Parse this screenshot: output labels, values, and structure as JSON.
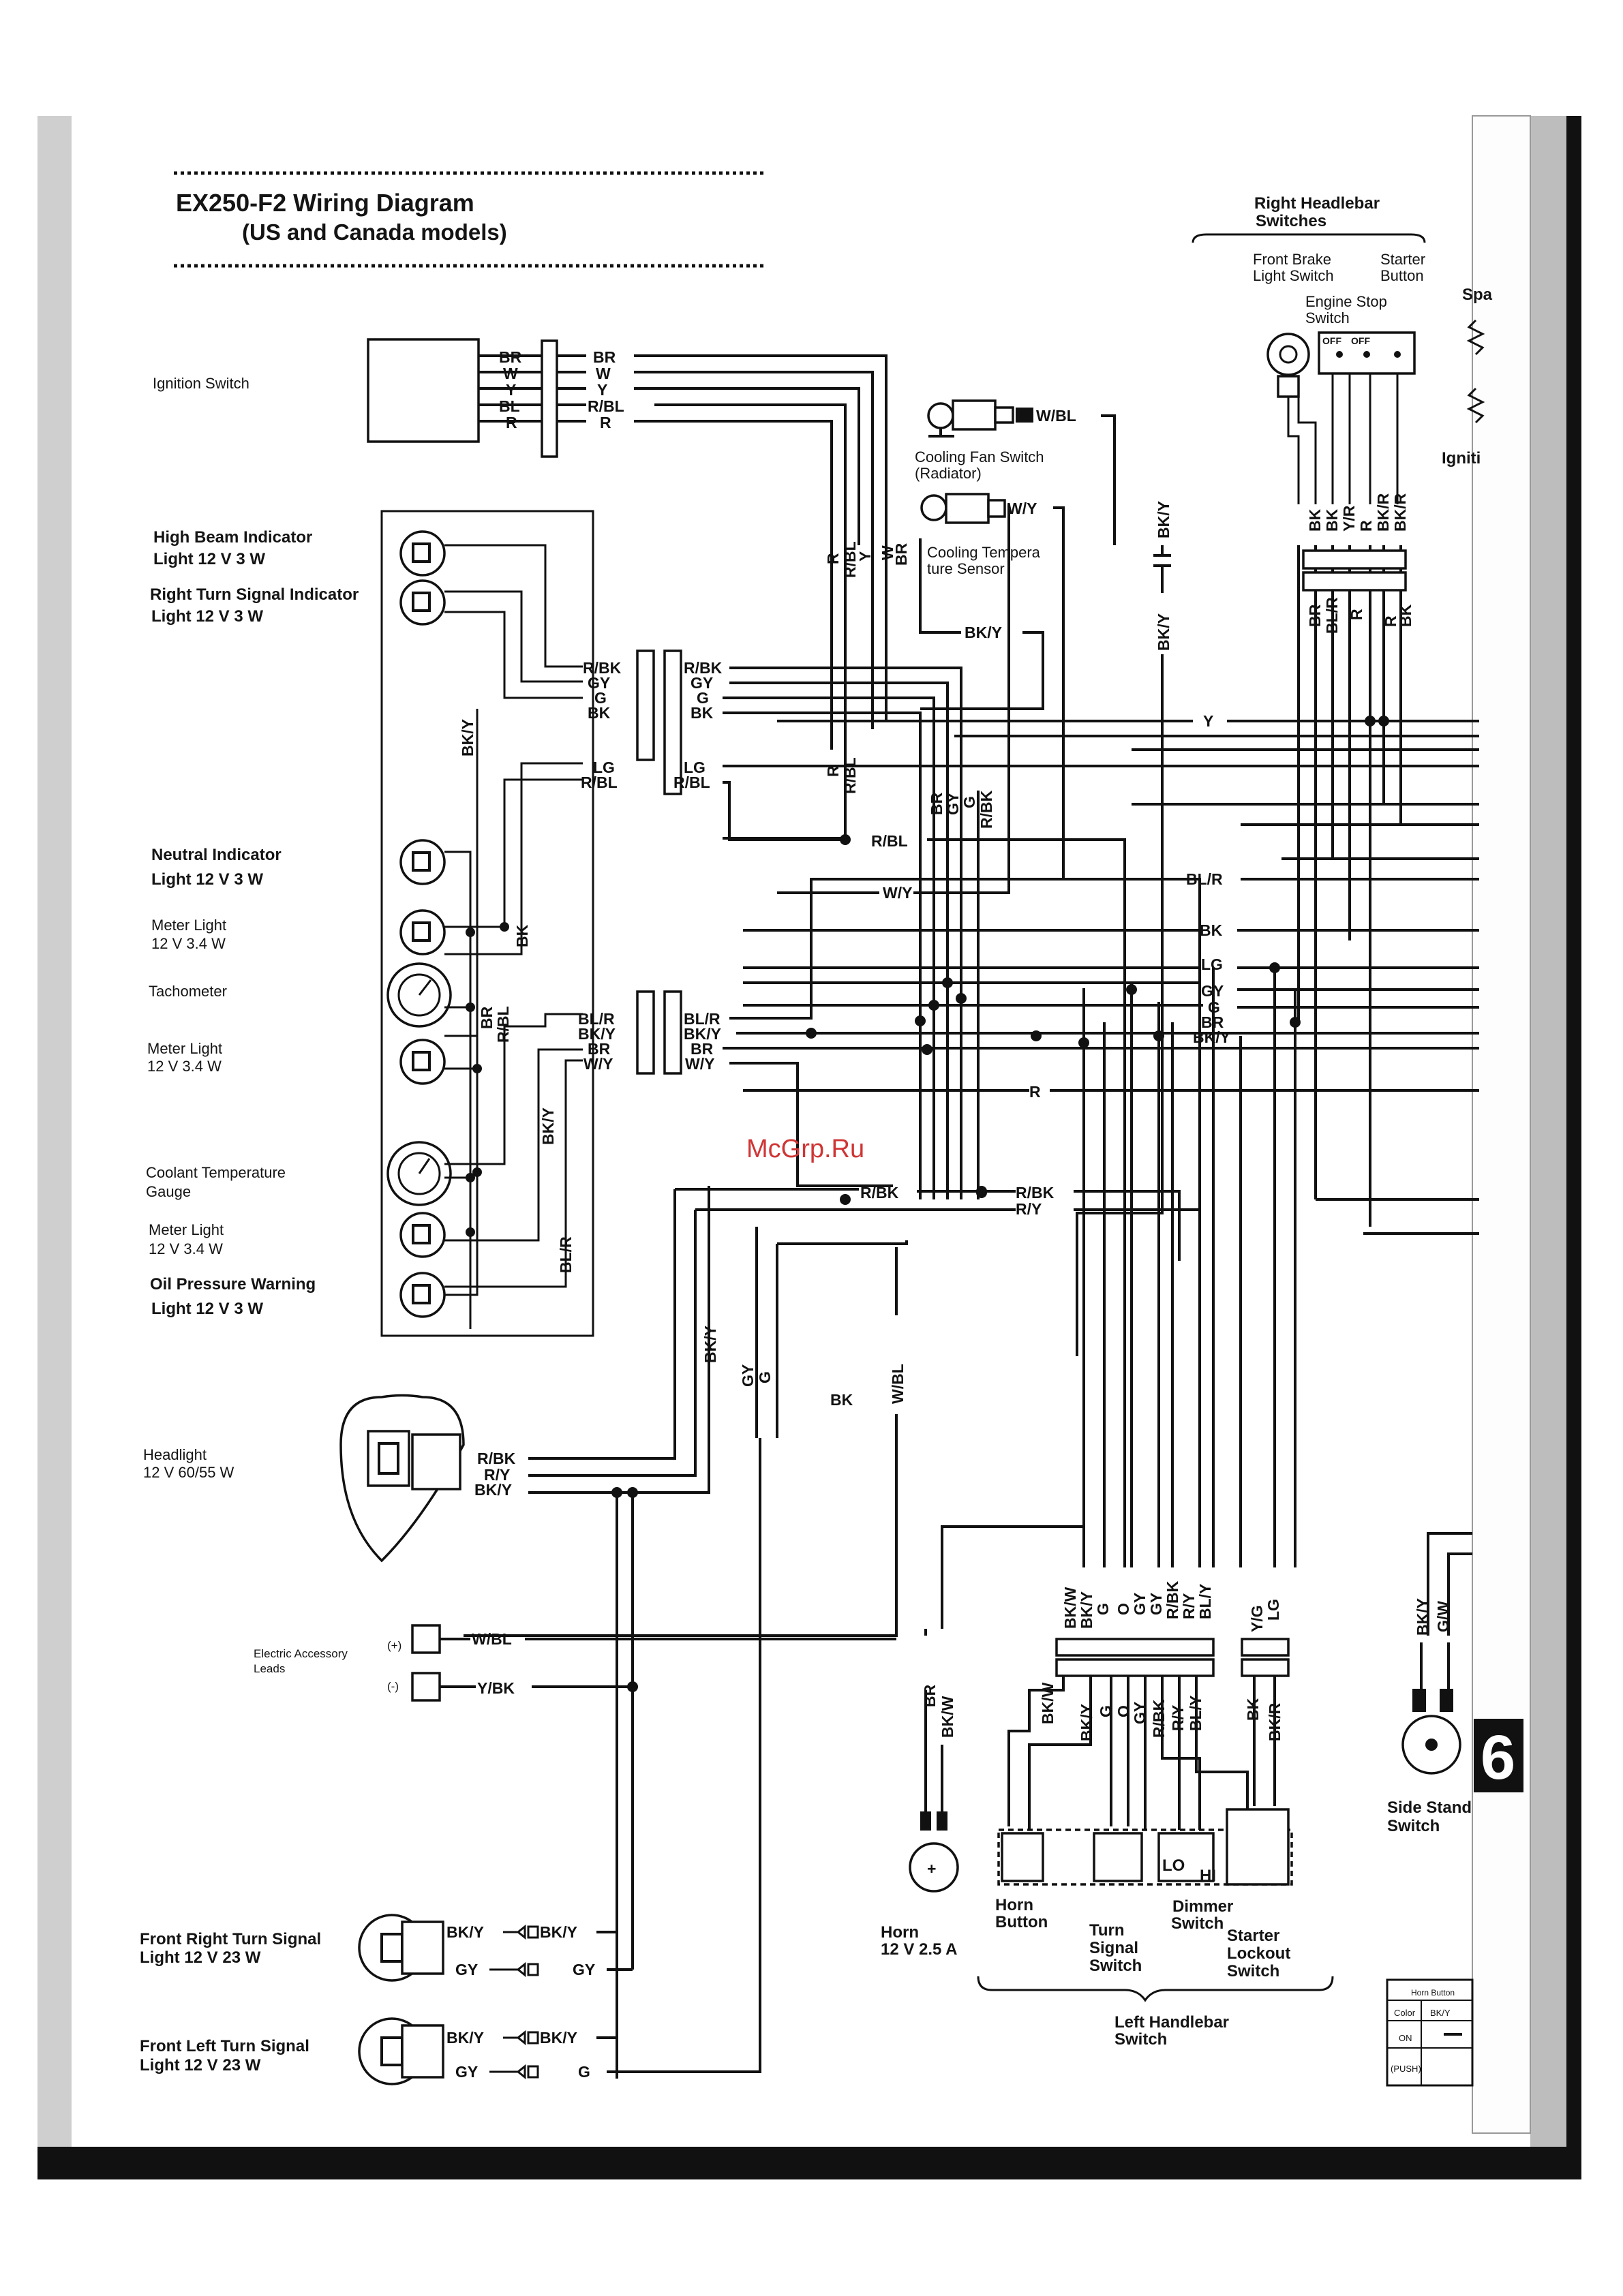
{
  "title": "EX250-F2  Wiring Diagram",
  "subtitle": "(US and Canada models)",
  "watermark": "McGrp.Ru",
  "section_tab": "6",
  "components": {
    "ignition_switch": "Ignition Switch",
    "high_beam_1": "High Beam Indicator",
    "high_beam_2": "Light 12 V 3 W",
    "right_turn_ind_1": "Right Turn Signal Indicator",
    "right_turn_ind_2": "Light 12 V 3 W",
    "neutral_1": "Neutral Indicator",
    "neutral_2": "Light 12 V 3 W",
    "meter_light_a1": "Meter Light",
    "meter_light_a2": "12 V 3.4 W",
    "tachometer": "Tachometer",
    "meter_light_b1": "Meter Light",
    "meter_light_b2": "12 V 3.4 W",
    "coolant_gauge_1": "Coolant Temperature",
    "coolant_gauge_2": "Gauge",
    "meter_light_c1": "Meter Light",
    "meter_light_c2": "12 V 3.4 W",
    "oil_warning_1": "Oil Pressure Warning",
    "oil_warning_2": "Light 12 V 3 W",
    "headlight_1": "Headlight",
    "headlight_2": "12 V 60/55 W",
    "accessory_1": "Electric Accessory",
    "accessory_2": "Leads",
    "front_right_turn_1": "Front Right Turn Signal",
    "front_right_turn_2": "Light 12 V 23 W",
    "front_left_turn_1": "Front Left Turn Signal",
    "front_left_turn_2": "Light 12 V 23 W",
    "cooling_fan_1": "Cooling Fan Switch",
    "cooling_fan_2": "(Radiator)",
    "cooling_temp_1": "Cooling Tempera",
    "cooling_temp_2": "ture Sensor",
    "right_handlebar_1": "Right Headlebar",
    "right_handlebar_2": "Switches",
    "front_brake_1": "Front Brake",
    "front_brake_2": "Light Switch",
    "starter_btn_1": "Starter",
    "starter_btn_2": "Button",
    "engine_stop_1": "Engine Stop",
    "engine_stop_2": "Switch",
    "horn_1": "Horn",
    "horn_2": "12 V 2.5 A",
    "horn_button_1": "Horn",
    "horn_button_2": "Button",
    "turn_signal_sw_1": "Turn",
    "turn_signal_sw_2": "Signal",
    "turn_signal_sw_3": "Switch",
    "dimmer_1": "Dimmer",
    "dimmer_2": "Switch",
    "starter_lockout_1": "Starter",
    "starter_lockout_2": "Lockout",
    "starter_lockout_3": "Switch",
    "left_handlebar_1": "Left Handlebar",
    "left_handlebar_2": "Switch",
    "side_stand_1": "Side Stand",
    "side_stand_2": "Switch",
    "edge_spa": "Spa",
    "edge_igniti": "Igniti",
    "plus_sign": "(+)",
    "minus_sign": "(-)",
    "lo_label": "LO",
    "hi_label": "HI",
    "off_label_1": "OFF",
    "off_label_2": "OFF"
  },
  "wire_labels": {
    "br": "BR",
    "w": "W",
    "y": "Y",
    "bl": "BL",
    "r": "R",
    "rbl": "R/BL",
    "wbl": "W/BL",
    "wy": "W/Y",
    "bky": "BK/Y",
    "rbk": "R/BK",
    "gy": "GY",
    "g": "G",
    "bk": "BK",
    "lg": "LG",
    "blr": "BL/R",
    "ry": "R/Y",
    "ybk": "Y/BK",
    "bkw": "BK/W",
    "o": "O",
    "bkr": "BK/R",
    "yg": "Y/G",
    "gw": "G/W",
    "blyr": "BL/Y",
    "yr": "Y/R"
  },
  "inset_table": {
    "header": "Horn Button",
    "col1": "Color",
    "col2": "BK/Y",
    "row1": "ON",
    "row2": "(PUSH)"
  }
}
